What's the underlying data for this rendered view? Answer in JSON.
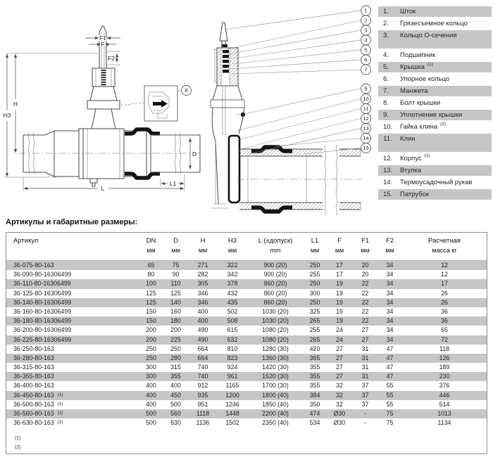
{
  "diagram": {
    "dims": {
      "f1": "F1",
      "f": "F",
      "f2": "F2",
      "h": "H",
      "h3": "H3",
      "d": "D",
      "l": "L",
      "l1": "L1"
    },
    "detail_callout": "8",
    "callouts": [
      "1",
      "2",
      "3",
      "4",
      "5",
      "6",
      "7",
      "9",
      "10",
      "11",
      "12",
      "13",
      "14",
      "15"
    ]
  },
  "parts_list": {
    "items": [
      {
        "num": "1.",
        "label": "Шток",
        "note": ""
      },
      {
        "num": "2.",
        "label": "Грязесъемное кольцо",
        "note": ""
      },
      {
        "num": "3.",
        "label": "Кольцо О-сечения",
        "note": ""
      },
      {
        "num": "4.",
        "label": "Подшипник",
        "note": ""
      },
      {
        "num": "5.",
        "label": "Крышка",
        "note": "(1)"
      },
      {
        "num": "6.",
        "label": "Упорное кольцо",
        "note": ""
      },
      {
        "num": "7.",
        "label": "Манжета",
        "note": ""
      },
      {
        "num": "8.",
        "label": "Болт крышки",
        "note": ""
      },
      {
        "num": "9.",
        "label": "Уплотнение крышки",
        "note": ""
      },
      {
        "num": "10.",
        "label": "Гайка клина",
        "note": "(2)"
      },
      {
        "num": "11.",
        "label": "Клин",
        "note": ""
      },
      {
        "num": "12.",
        "label": "Корпус",
        "note": "(1)"
      },
      {
        "num": "13.",
        "label": "Втулка",
        "note": ""
      },
      {
        "num": "14.",
        "label": "Термоусадочный рукав",
        "note": ""
      },
      {
        "num": "15.",
        "label": "Патрубок",
        "note": ""
      }
    ]
  },
  "table": {
    "heading": "Артикулы и габаритные размеры:",
    "columns": [
      {
        "label": "Артикул",
        "unit": ""
      },
      {
        "label": "DN",
        "unit": "мм"
      },
      {
        "label": "D",
        "unit": "мм"
      },
      {
        "label": "H",
        "unit": "мм"
      },
      {
        "label": "H3",
        "unit": "мм"
      },
      {
        "label": "L (±допуск)",
        "unit": "mm"
      },
      {
        "label": "L1",
        "unit": "мм"
      },
      {
        "label": "F",
        "unit": "мм"
      },
      {
        "label": "F1",
        "unit": "мм"
      },
      {
        "label": "F2",
        "unit": "мм"
      },
      {
        "label": "Расчетная",
        "unit": "масса кг"
      }
    ],
    "rows": [
      {
        "article": "36-075-80-163",
        "note": "",
        "values": [
          "65",
          "75",
          "271",
          "322",
          "900 (20)",
          "250",
          "17",
          "20",
          "34",
          "12"
        ]
      },
      {
        "article": "36-090-80-16306499",
        "note": "",
        "values": [
          "80",
          "90",
          "282",
          "342",
          "900 (20)",
          "255",
          "17",
          "20",
          "34",
          "12"
        ]
      },
      {
        "article": "36-110-80-16306499",
        "note": "",
        "values": [
          "100",
          "110",
          "305",
          "378",
          "860 (20)",
          "250",
          "19",
          "22",
          "34",
          "17"
        ]
      },
      {
        "article": "36-125-80-16306499",
        "note": "",
        "values": [
          "125",
          "125",
          "346",
          "432",
          "860 (20)",
          "300",
          "19",
          "22",
          "34",
          "26"
        ]
      },
      {
        "article": "36-140-80-16306499",
        "note": "",
        "values": [
          "125",
          "140",
          "346",
          "435",
          "860 (20)",
          "250",
          "19",
          "22",
          "34",
          "26"
        ]
      },
      {
        "article": "36-160-80-16306499",
        "note": "",
        "values": [
          "150",
          "160",
          "400",
          "502",
          "1030 (20)",
          "325",
          "19",
          "22",
          "34",
          "36"
        ]
      },
      {
        "article": "36-180-80-16306499",
        "note": "",
        "values": [
          "150",
          "180",
          "400",
          "508",
          "1030 (20)",
          "265",
          "19",
          "22",
          "34",
          "36"
        ]
      },
      {
        "article": "36-200-80-16306499",
        "note": "",
        "values": [
          "200",
          "200",
          "490",
          "615",
          "1080 (20)",
          "255",
          "24",
          "27",
          "34",
          "65"
        ]
      },
      {
        "article": "36-225-80-16306499",
        "note": "",
        "values": [
          "200",
          "225",
          "490",
          "632",
          "1080 (20)",
          "265",
          "24",
          "27",
          "34",
          "72"
        ]
      },
      {
        "article": "36-250-80-163",
        "note": "",
        "values": [
          "250",
          "250",
          "664",
          "810",
          "1280 (30)",
          "420",
          "27",
          "31",
          "47",
          "118"
        ]
      },
      {
        "article": "36-280-80-163",
        "note": "",
        "values": [
          "250",
          "280",
          "664",
          "823",
          "1360 (30)",
          "365",
          "27",
          "31",
          "47",
          "126"
        ]
      },
      {
        "article": "36-315-80-163",
        "note": "",
        "values": [
          "300",
          "315",
          "740",
          "924",
          "1420 (30)",
          "355",
          "27",
          "31",
          "47",
          "189"
        ]
      },
      {
        "article": "36-355-80-163",
        "note": "",
        "values": [
          "300",
          "355",
          "740",
          "961",
          "1520 (30)",
          "355",
          "27",
          "31",
          "47",
          "230"
        ]
      },
      {
        "article": "36-400-80-163",
        "note": "",
        "values": [
          "400",
          "400",
          "912",
          "1165",
          "1700 (30)",
          "355",
          "32",
          "37",
          "55",
          "376"
        ]
      },
      {
        "article": "36-450-80-163",
        "note": "(1)",
        "values": [
          "400",
          "450",
          "935",
          "1200",
          "1800 (40)",
          "384",
          "32",
          "37",
          "55",
          "446"
        ]
      },
      {
        "article": "36-500-80-163",
        "note": "(1)",
        "values": [
          "400",
          "500",
          "951",
          "1246",
          "1850 (40)",
          "350",
          "32",
          "37",
          "55",
          "514"
        ]
      },
      {
        "article": "36-560-80-163",
        "note": "(2)",
        "values": [
          "500",
          "560",
          "1118",
          "1448",
          "2200 (40)",
          "474",
          "Ø30",
          "-",
          "75",
          "1013"
        ]
      },
      {
        "article": "36-630-80-163",
        "note": "(2)",
        "values": [
          "500",
          "630",
          "1136",
          "1502",
          "2350 (40)",
          "534",
          "Ø30",
          "-",
          "75",
          "1134"
        ]
      }
    ],
    "footnotes": [
      "(1)",
      "(2)"
    ]
  }
}
